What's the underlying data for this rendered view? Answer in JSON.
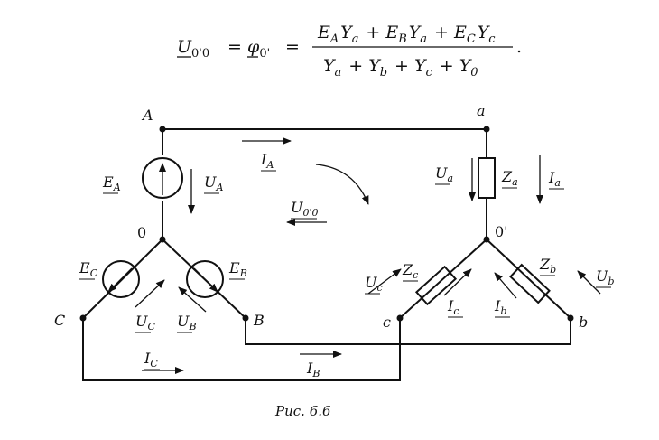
{
  "formula": {
    "lhs": "U",
    "lhs_sub": "0'0",
    "eq1": "=",
    "phi": "φ",
    "phi_sub": "0'",
    "eq2": "=",
    "num": [
      {
        "sym": "E",
        "sub": "A"
      },
      {
        "sym": "Y",
        "sub": "a"
      },
      {
        "op": "+"
      },
      {
        "sym": "E",
        "sub": "B"
      },
      {
        "sym": "Y",
        "sub": "a"
      },
      {
        "op": "+"
      },
      {
        "sym": "E",
        "sub": "C"
      },
      {
        "sym": "Y",
        "sub": "c"
      }
    ],
    "den": [
      {
        "sym": "Y",
        "sub": "a"
      },
      {
        "op": "+"
      },
      {
        "sym": "Y",
        "sub": "b"
      },
      {
        "op": "+"
      },
      {
        "sym": "Y",
        "sub": "c"
      },
      {
        "op": "+"
      },
      {
        "sym": "Y",
        "sub": "0"
      }
    ],
    "tail": "."
  },
  "nodes": {
    "A": "A",
    "a": "a",
    "zero": "0",
    "zero_prime": "0'",
    "C": "C",
    "B": "B",
    "c": "c",
    "b": "b"
  },
  "labels": {
    "IA": {
      "sym": "I",
      "sub": "A"
    },
    "EA": {
      "sym": "E",
      "sub": "A"
    },
    "UA": {
      "sym": "U",
      "sub": "A"
    },
    "U00": {
      "sym": "U",
      "sub": "0'0"
    },
    "Ua": {
      "sym": "U",
      "sub": "a"
    },
    "Za": {
      "sym": "Z",
      "sub": "a"
    },
    "Ia": {
      "sym": "I",
      "sub": "a"
    },
    "EC": {
      "sym": "E",
      "sub": "C"
    },
    "EB": {
      "sym": "E",
      "sub": "B"
    },
    "UC": {
      "sym": "U",
      "sub": "C"
    },
    "UB": {
      "sym": "U",
      "sub": "B"
    },
    "Uc": {
      "sym": "U",
      "sub": "c"
    },
    "Zc": {
      "sym": "Z",
      "sub": "c"
    },
    "Zb": {
      "sym": "Z",
      "sub": "b"
    },
    "Ub": {
      "sym": "U",
      "sub": "b"
    },
    "Ic": {
      "sym": "I",
      "sub": "c"
    },
    "Ib": {
      "sym": "I",
      "sub": "b"
    },
    "IC": {
      "sym": "I",
      "sub": "C"
    },
    "IB": {
      "sym": "I",
      "sub": "B"
    }
  },
  "caption": "Рис. 6.6"
}
